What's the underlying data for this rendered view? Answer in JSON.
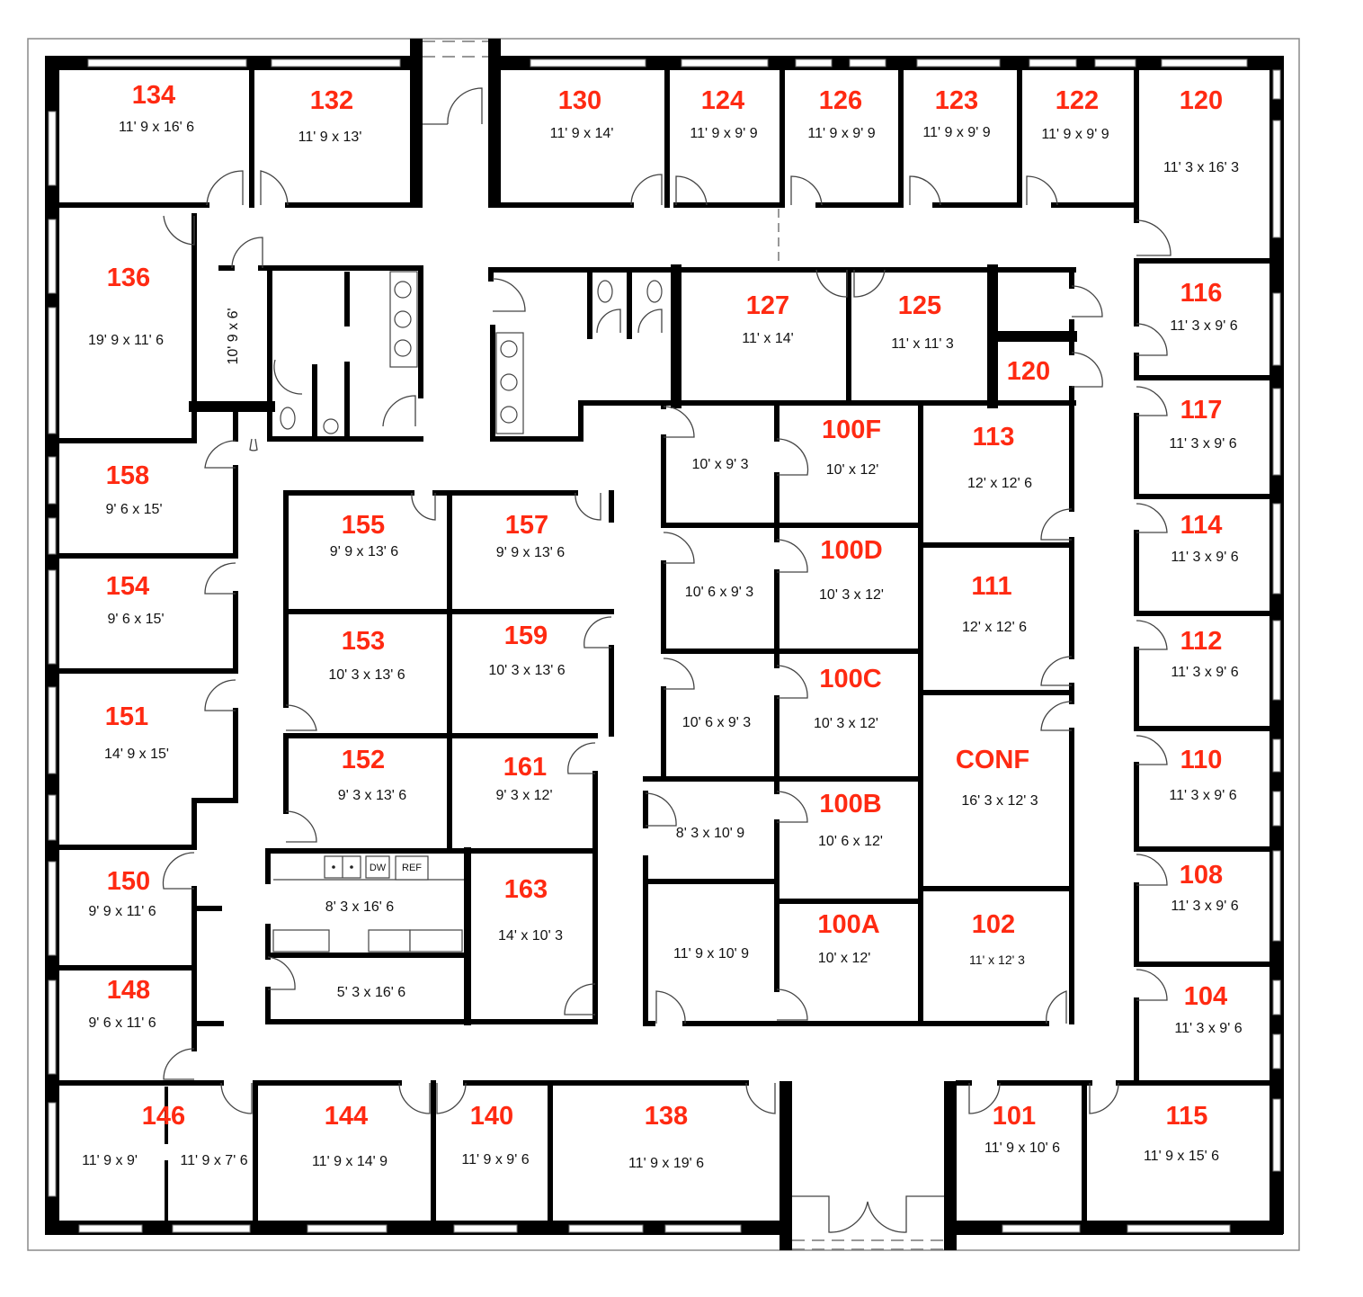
{
  "plan": {
    "colors": {
      "wall": "#000000",
      "label_number": "#ff2a12",
      "label_dimension": "#111111",
      "background": "#ffffff",
      "border": "#8a8a8a"
    },
    "rooms": [
      {
        "id": "134",
        "number": "134",
        "dims": "11' 9 x 16' 6"
      },
      {
        "id": "132",
        "number": "132",
        "dims": "11' 9 x 13'"
      },
      {
        "id": "130",
        "number": "130",
        "dims": "11' 9 x 14'"
      },
      {
        "id": "124",
        "number": "124",
        "dims": "11' 9 x 9' 9"
      },
      {
        "id": "126",
        "number": "126",
        "dims": "11' 9 x 9' 9"
      },
      {
        "id": "123",
        "number": "123",
        "dims": "11' 9 x 9' 9"
      },
      {
        "id": "122",
        "number": "122",
        "dims": "11' 9 x 9' 9"
      },
      {
        "id": "120-corner",
        "number": "120",
        "dims": "11' 3 x 16' 3"
      },
      {
        "id": "136",
        "number": "136",
        "dims": "19' 9 x 11' 6"
      },
      {
        "id": "closet-136",
        "number": "",
        "dims": "10' 9 x 6'"
      },
      {
        "id": "127",
        "number": "127",
        "dims": "11' x 14'"
      },
      {
        "id": "125",
        "number": "125",
        "dims": "11' x 11' 3"
      },
      {
        "id": "120-inner",
        "number": "120",
        "dims": ""
      },
      {
        "id": "116",
        "number": "116",
        "dims": "11' 3 x 9' 6"
      },
      {
        "id": "117",
        "number": "117",
        "dims": "11' 3 x 9' 6"
      },
      {
        "id": "114",
        "number": "114",
        "dims": "11' 3 x 9' 6"
      },
      {
        "id": "112",
        "number": "112",
        "dims": "11' 3 x 9' 6"
      },
      {
        "id": "110",
        "number": "110",
        "dims": "11' 3 x 9' 6"
      },
      {
        "id": "108",
        "number": "108",
        "dims": "11' 3 x 9' 6"
      },
      {
        "id": "104",
        "number": "104",
        "dims": "11' 3 x 9' 6"
      },
      {
        "id": "115",
        "number": "115",
        "dims": "11' 9 x 15' 6"
      },
      {
        "id": "101",
        "number": "101",
        "dims": "11' 9 x 10' 6"
      },
      {
        "id": "138",
        "number": "138",
        "dims": "11' 9 x 19' 6"
      },
      {
        "id": "140",
        "number": "140",
        "dims": "11' 9 x 9' 6"
      },
      {
        "id": "144",
        "number": "144",
        "dims": "11' 9 x 14' 9"
      },
      {
        "id": "146",
        "number": "146",
        "dims": "11' 9 x 9'",
        "dims2": "11' 9 x 7' 6"
      },
      {
        "id": "148",
        "number": "148",
        "dims": "9' 6 x 11' 6"
      },
      {
        "id": "150",
        "number": "150",
        "dims": "9' 9 x 11' 6"
      },
      {
        "id": "151",
        "number": "151",
        "dims": "14' 9 x 15'"
      },
      {
        "id": "154",
        "number": "154",
        "dims": "9' 6 x 15'"
      },
      {
        "id": "158",
        "number": "158",
        "dims": "9' 6 x 15'"
      },
      {
        "id": "155",
        "number": "155",
        "dims": "9' 9 x 13' 6"
      },
      {
        "id": "157",
        "number": "157",
        "dims": "9' 9 x 13' 6"
      },
      {
        "id": "153",
        "number": "153",
        "dims": "10' 3 x 13' 6"
      },
      {
        "id": "159",
        "number": "159",
        "dims": "10' 3 x 13' 6"
      },
      {
        "id": "152",
        "number": "152",
        "dims": "9' 3 x 13' 6"
      },
      {
        "id": "161",
        "number": "161",
        "dims": "9' 3 x 12'"
      },
      {
        "id": "kitchen",
        "number": "",
        "dims": "8' 3 x 16' 6"
      },
      {
        "id": "storage",
        "number": "",
        "dims": "5' 3 x 16' 6"
      },
      {
        "id": "163",
        "number": "163",
        "dims": "14' x 10' 3"
      },
      {
        "id": "unnamed-1",
        "number": "",
        "dims": "10' x 9' 3"
      },
      {
        "id": "unnamed-2",
        "number": "",
        "dims": "10' 6 x 9' 3"
      },
      {
        "id": "unnamed-3",
        "number": "",
        "dims": "10' 6 x 9' 3"
      },
      {
        "id": "unnamed-4",
        "number": "",
        "dims": "8' 3 x 10' 9"
      },
      {
        "id": "unnamed-5",
        "number": "",
        "dims": "11' 9 x 10' 9"
      },
      {
        "id": "100F",
        "number": "100F",
        "dims": "10' x 12'"
      },
      {
        "id": "100D",
        "number": "100D",
        "dims": "10' 3 x 12'"
      },
      {
        "id": "100C",
        "number": "100C",
        "dims": "10' 3 x 12'"
      },
      {
        "id": "100B",
        "number": "100B",
        "dims": "10' 6 x 12'"
      },
      {
        "id": "100A",
        "number": "100A",
        "dims": "10' x 12'"
      },
      {
        "id": "113",
        "number": "113",
        "dims": "12' x 12' 6"
      },
      {
        "id": "111",
        "number": "111",
        "dims": "12' x 12' 6"
      },
      {
        "id": "CONF",
        "number": "CONF",
        "dims": "16' 3 x 12' 3"
      },
      {
        "id": "102",
        "number": "102",
        "dims": "11' x 12' 3"
      }
    ],
    "fixtures": {
      "dishwasher": "DW",
      "refrigerator": "REF"
    }
  }
}
